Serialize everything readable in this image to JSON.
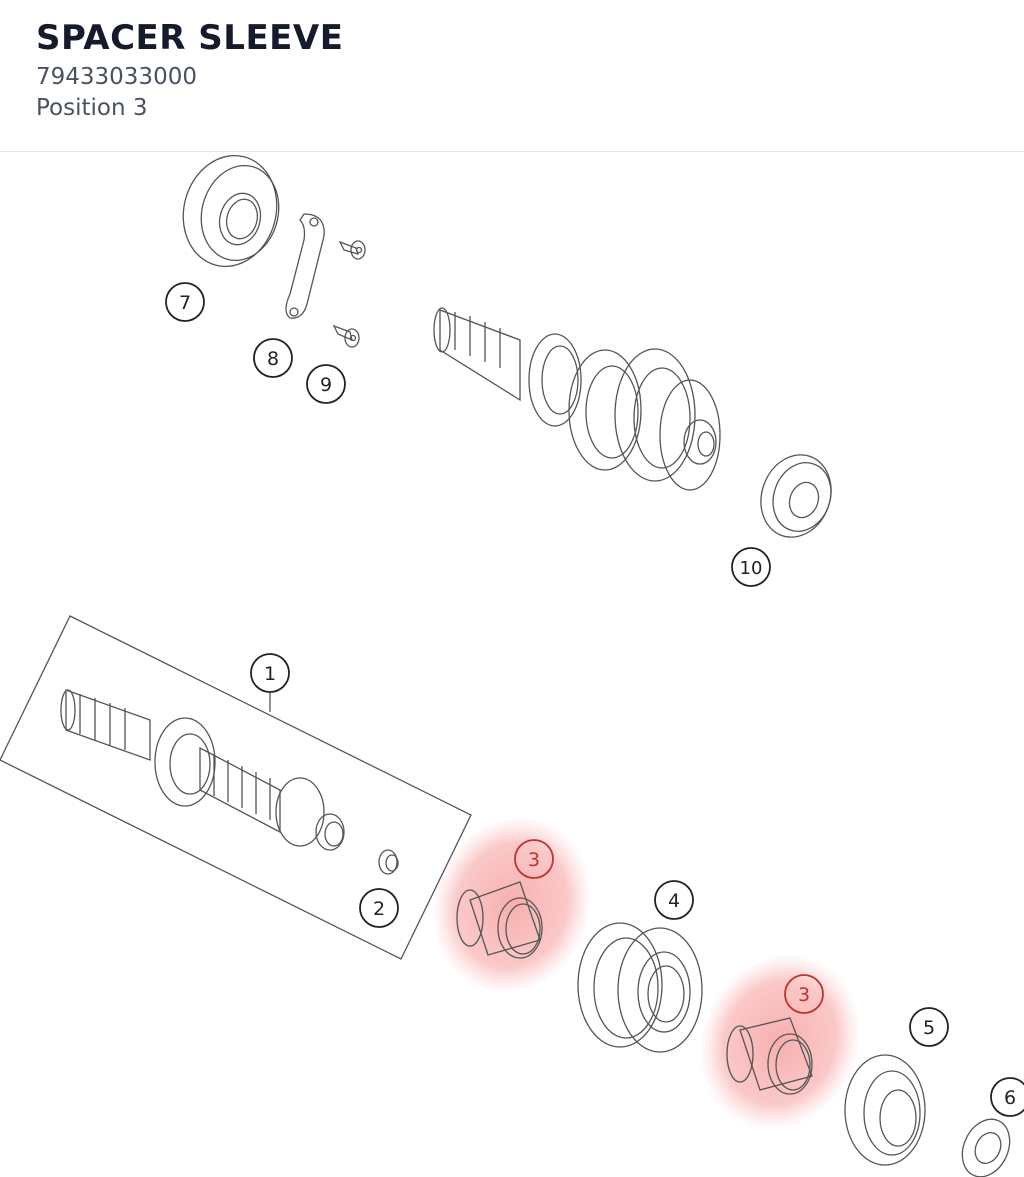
{
  "header": {
    "title": "SPACER SLEEVE",
    "part_number": "79433033000",
    "position": "Position 3"
  },
  "highlight_color": "#f08080",
  "callouts": [
    "7",
    "8",
    "9",
    "10",
    "1",
    "2",
    "3",
    "4",
    "3",
    "5",
    "6"
  ]
}
